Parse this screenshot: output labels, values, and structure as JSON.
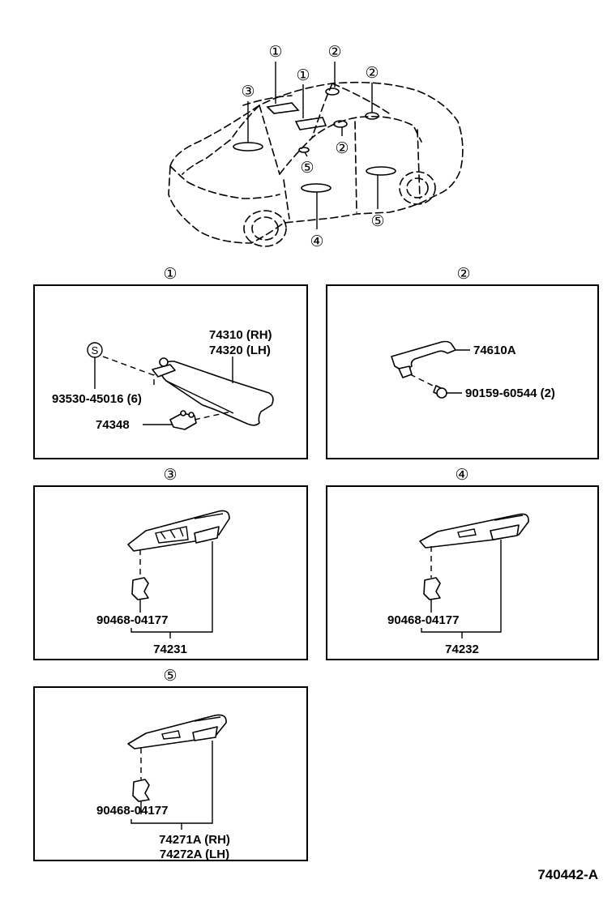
{
  "overview": {
    "callouts": [
      "①",
      "②",
      "③",
      "①",
      "②",
      "②",
      "⑤",
      "④",
      "⑤"
    ]
  },
  "panels": {
    "p1": {
      "marker": "①",
      "part_a_rh": "74310 (RH)",
      "part_a_lh": "74320 (LH)",
      "screw_symbol": "S",
      "screw": "93530-45016 (6)",
      "holder": "74348"
    },
    "p2": {
      "marker": "②",
      "grip": "74610A",
      "screw": "90159-60544 (2)"
    },
    "p3": {
      "marker": "③",
      "clip": "90468-04177",
      "assembly": "74231"
    },
    "p4": {
      "marker": "④",
      "clip": "90468-04177",
      "assembly": "74232"
    },
    "p5": {
      "marker": "⑤",
      "clip": "90468-04177",
      "assembly_rh": "74271A (RH)",
      "assembly_lh": "74272A (LH)"
    }
  },
  "figure_code": "740442-A"
}
